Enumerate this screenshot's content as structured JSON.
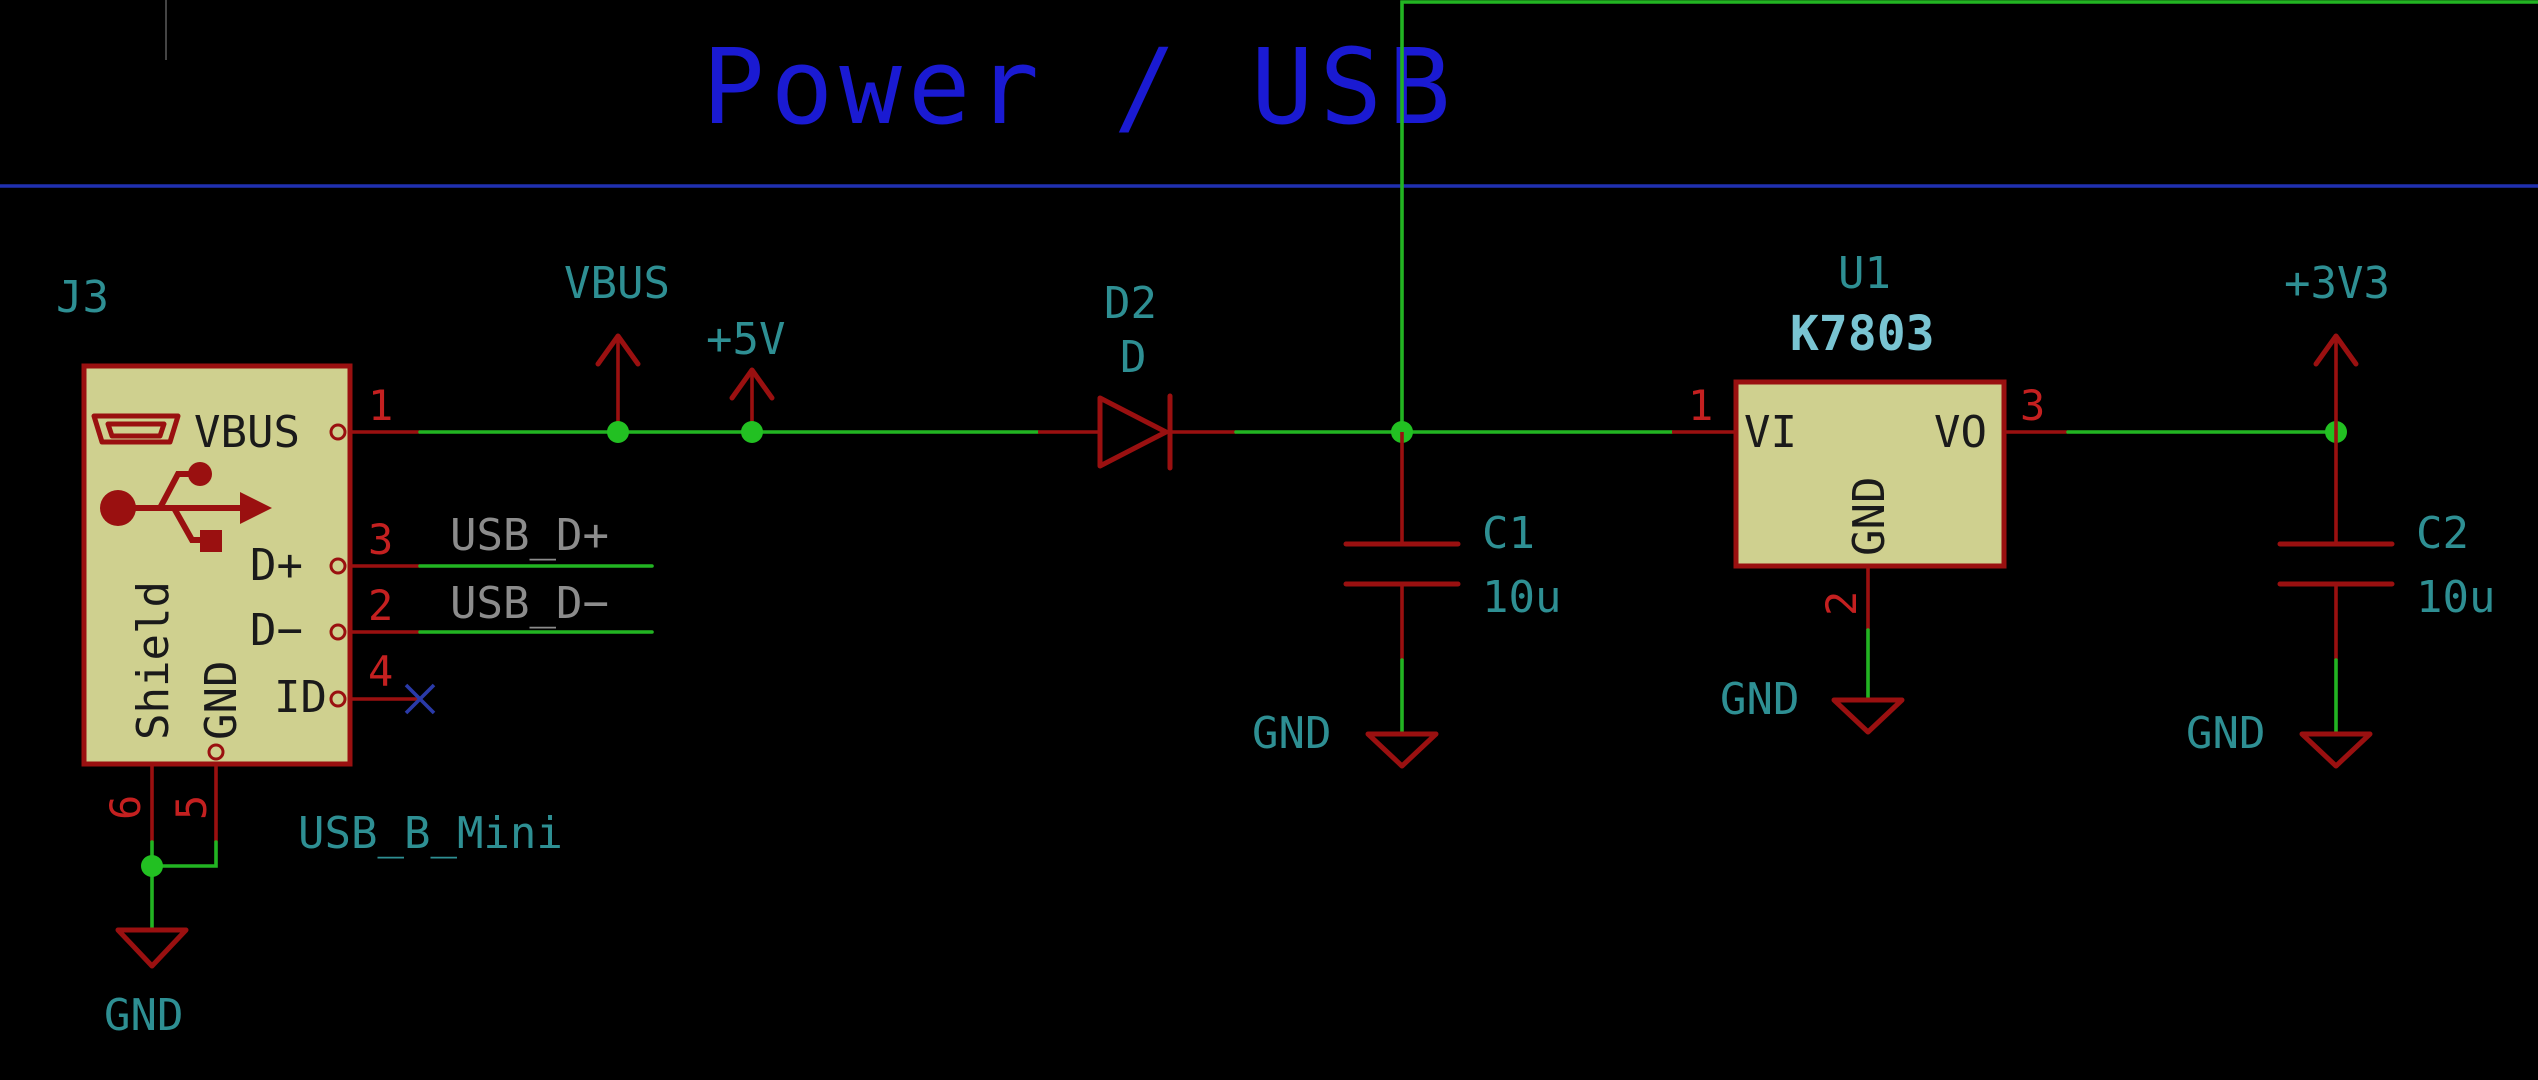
{
  "sheet_title": "Power / USB",
  "colors": {
    "background": "#000000",
    "wire": "#22b422",
    "symbol_outline": "#9a1010",
    "symbol_fill": "#cfd08f",
    "label_text": "#2e8f93",
    "title_text": "#1a1ad2",
    "sheet_border": "#2030b0",
    "junction": "#22c022",
    "no_connect": "#2a3aa8"
  },
  "connector": {
    "ref": "J3",
    "value": "USB_B_Mini",
    "icon": "usb-icon",
    "pins": [
      {
        "name": "VBUS",
        "number": "1"
      },
      {
        "name": "D+",
        "number": "3"
      },
      {
        "name": "D−",
        "number": "2"
      },
      {
        "name": "ID",
        "number": "4"
      },
      {
        "name": "GND",
        "number": "5"
      },
      {
        "name": "Shield",
        "number": "6"
      }
    ]
  },
  "power_flags": {
    "vbus": "VBUS",
    "p5v": "+5V",
    "p3v3": "+3V3",
    "gnd": "GND"
  },
  "net_labels": {
    "dp": "USB_D+",
    "dm": "USB_D−"
  },
  "diode": {
    "ref": "D2",
    "value": "D"
  },
  "regulator": {
    "ref": "U1",
    "value": "K7803",
    "pins": [
      {
        "name": "VI",
        "number": "1"
      },
      {
        "name": "GND",
        "number": "2"
      },
      {
        "name": "VO",
        "number": "3"
      }
    ]
  },
  "capacitors": [
    {
      "ref": "C1",
      "value": "10u"
    },
    {
      "ref": "C2",
      "value": "10u"
    }
  ]
}
